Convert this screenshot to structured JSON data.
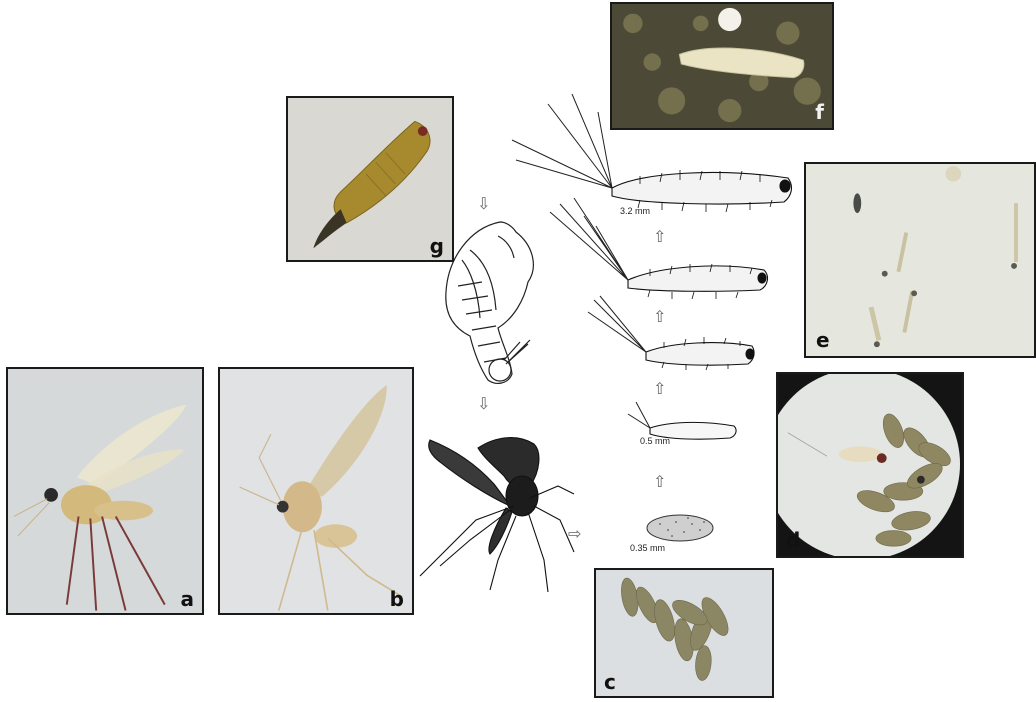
{
  "panels": {
    "a": "a",
    "b": "b",
    "c": "c",
    "d": "d",
    "e": "e",
    "f": "f",
    "g": "g"
  },
  "measurements": {
    "larva_large": "3.2 mm",
    "larva_small": "0.5 mm",
    "egg": "0.35 mm"
  },
  "arrows": {
    "down": "⇩",
    "up": "⇧",
    "right": "⇨"
  }
}
